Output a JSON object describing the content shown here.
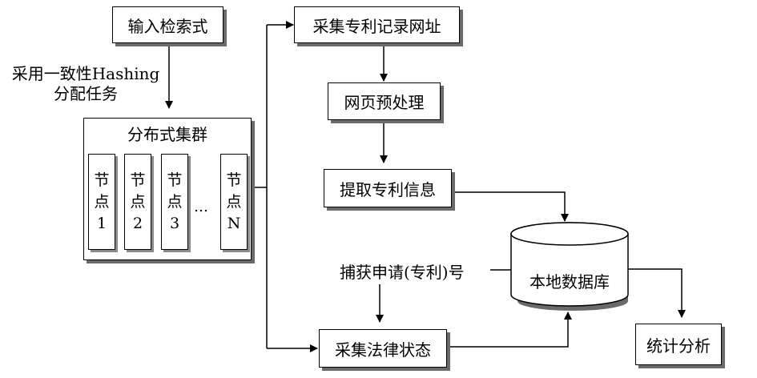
{
  "input_query": "输入检索式",
  "hashing_label": [
    "采用一致性Hashing",
    "分配任务"
  ],
  "cluster": {
    "title": "分布式集群",
    "nodes": [
      {
        "lines": [
          "节",
          "点",
          "1"
        ]
      },
      {
        "lines": [
          "节",
          "点",
          "2"
        ]
      },
      {
        "lines": [
          "节",
          "点",
          "3"
        ]
      },
      {
        "lines": [
          "节",
          "点",
          "N"
        ]
      }
    ],
    "ellipsis": "…"
  },
  "steps": {
    "collect_urls": "采集专利记录网址",
    "preprocess": "网页预处理",
    "extract_info": "提取专利信息",
    "collect_legal": "采集法律状态",
    "stats": "统计分析"
  },
  "capture_label": "捕获申请(专利)号",
  "database": "本地数据库"
}
